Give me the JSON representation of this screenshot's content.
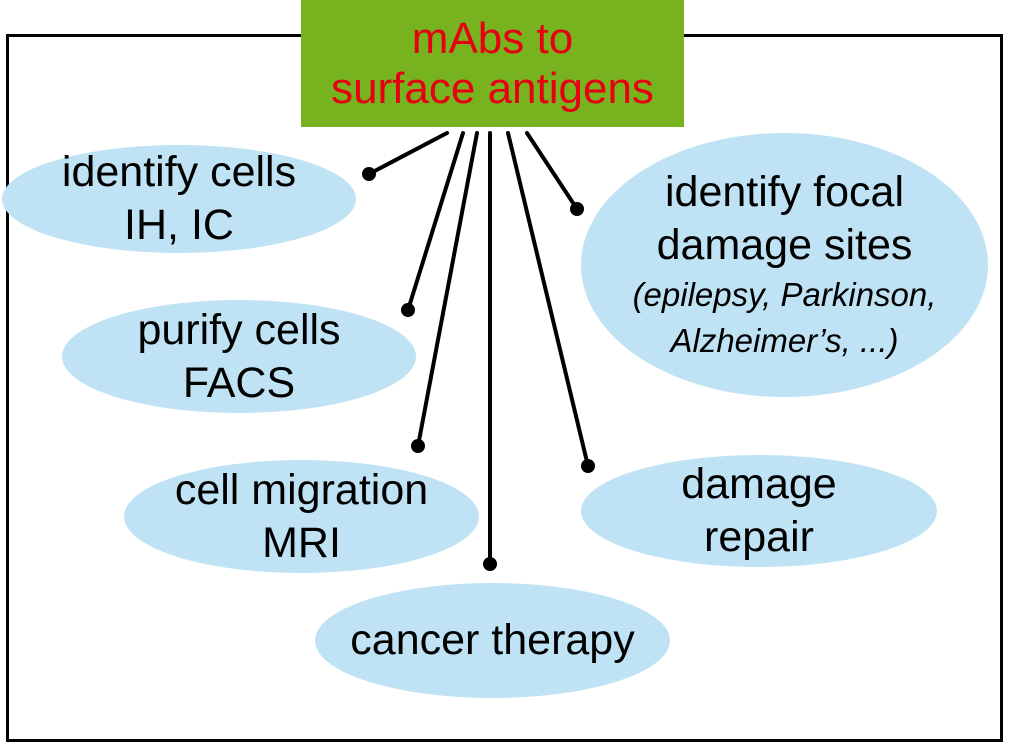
{
  "title": {
    "line1": "mAbs to",
    "line2": "surface antigens"
  },
  "nodes": {
    "identify_cells": {
      "line1": "identify cells",
      "line2": "IH, IC"
    },
    "purify_cells": {
      "line1": "purify cells",
      "line2": "FACS"
    },
    "cell_migration": {
      "line1": "cell migration",
      "line2": "MRI"
    },
    "cancer_therapy": {
      "line1": "cancer therapy"
    },
    "damage_repair": {
      "line1": "damage",
      "line2": "repair"
    },
    "focal_damage": {
      "line1": "identify focal",
      "line2": "damage sites",
      "line3": "(epilepsy, Parkinson,",
      "line4": "Alzheimer’s, ...)"
    }
  },
  "colors": {
    "title_background": "#77b31f",
    "title_text": "#e60012",
    "node_fill": "#bfe3f4",
    "connector": "#000000"
  }
}
